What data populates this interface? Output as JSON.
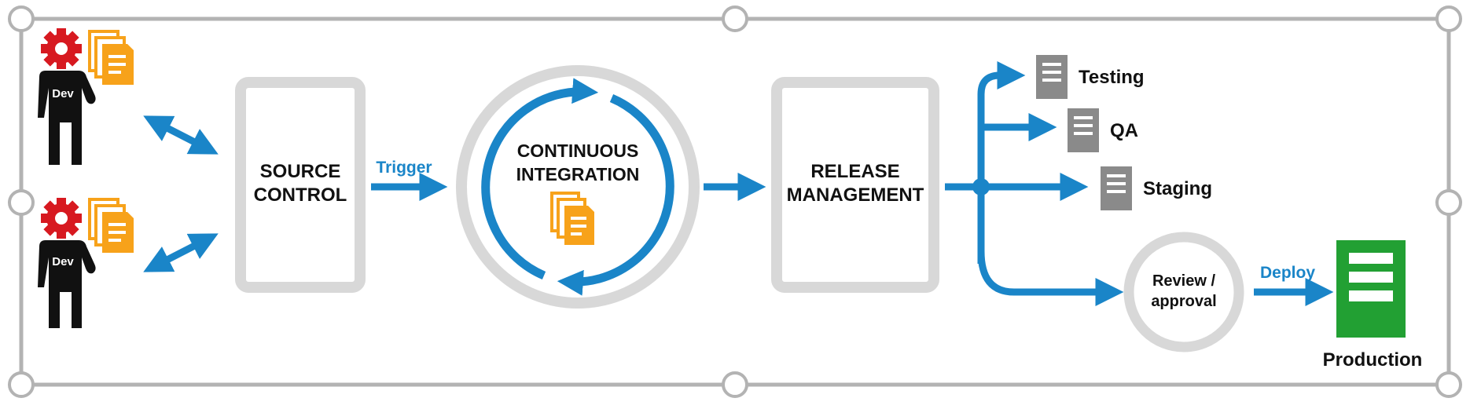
{
  "colors": {
    "blue": "#1a85c8",
    "gray": "#d8d8d8",
    "dark_gray": "#8a8a8a",
    "green": "#22a033",
    "orange": "#f7a21a",
    "red": "#d71920",
    "black": "#111111",
    "handle_border": "#b3b3b3"
  },
  "devs": [
    {
      "label": "Dev"
    },
    {
      "label": "Dev"
    }
  ],
  "stages": {
    "source_control": {
      "line1": "SOURCE",
      "line2": "CONTROL"
    },
    "ci": {
      "line1": "CONTINUOUS",
      "line2": "INTEGRATION"
    },
    "release": {
      "line1": "RELEASE",
      "line2": "MANAGEMENT"
    },
    "review": {
      "line1": "Review /",
      "line2": "approval"
    }
  },
  "labels": {
    "trigger": "Trigger",
    "deploy": "Deploy",
    "production": "Production"
  },
  "environments": [
    {
      "name": "Testing"
    },
    {
      "name": "QA"
    },
    {
      "name": "Staging"
    }
  ]
}
